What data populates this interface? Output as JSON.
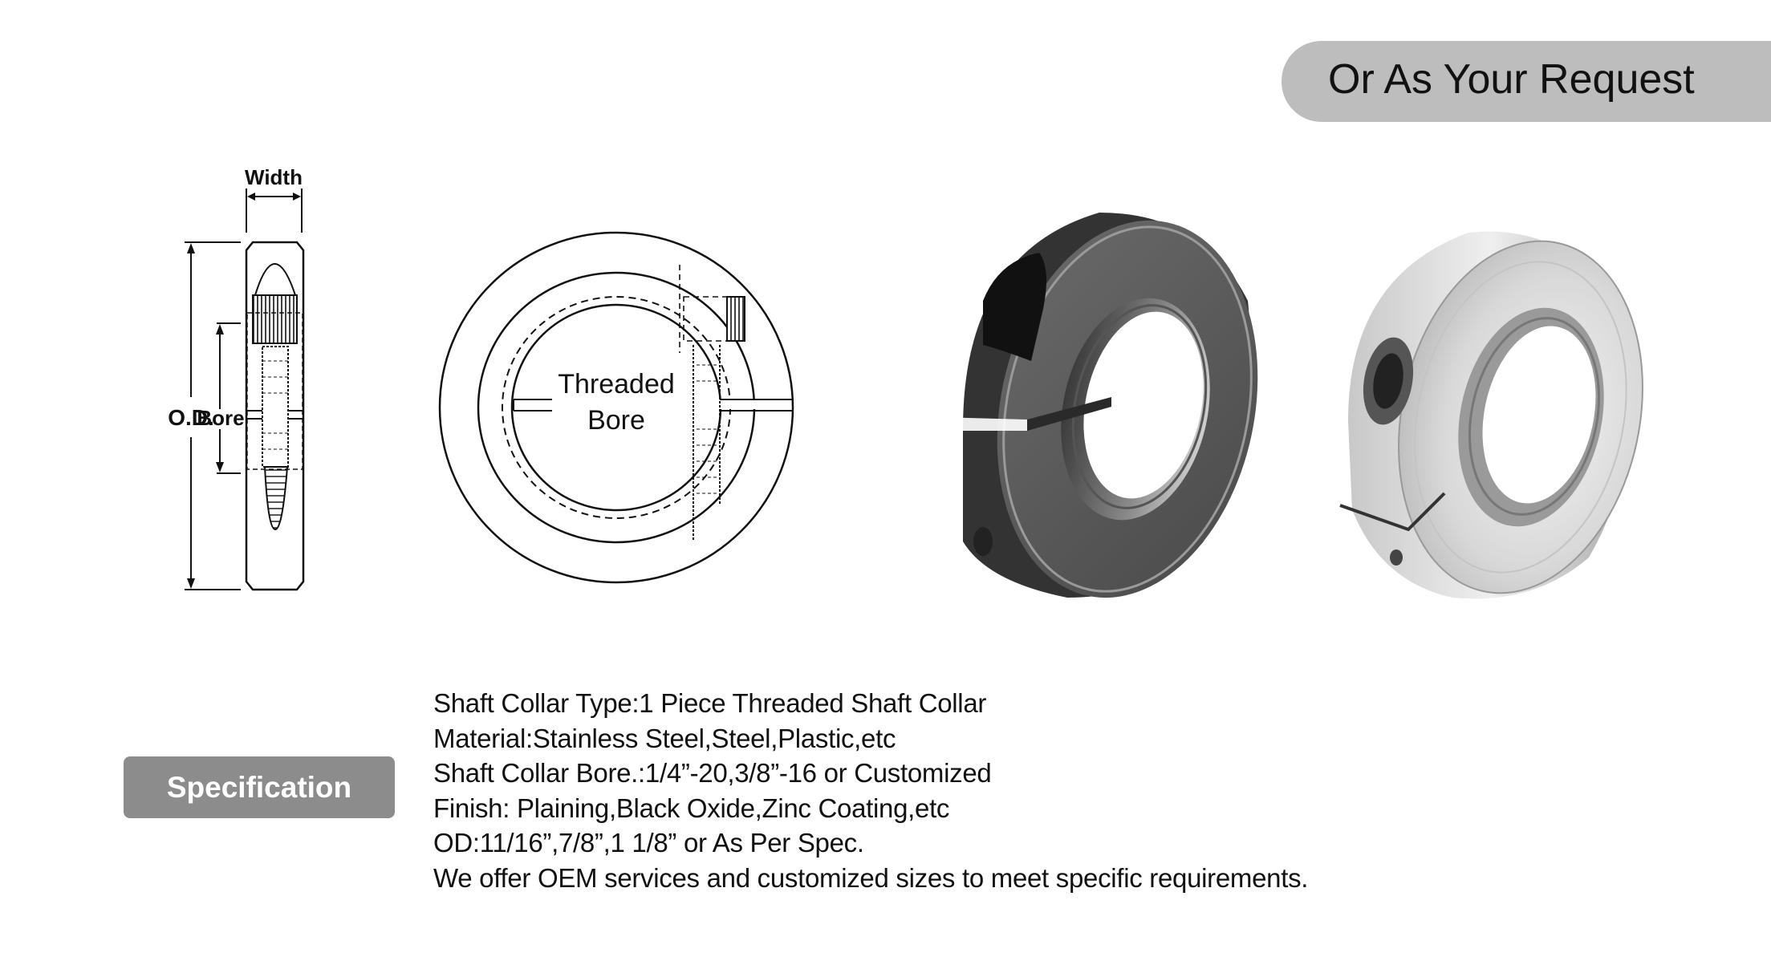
{
  "header": {
    "request_label": "Or As Your Request"
  },
  "diagram": {
    "width_label": "Width",
    "od_label": "O.D.",
    "bore_label": "Bore",
    "threaded_label_line1": "Threaded",
    "threaded_label_line2": "Bore"
  },
  "products": [
    {
      "name": "black-oxide-threaded-shaft-collar",
      "finish": "black"
    },
    {
      "name": "stainless-threaded-shaft-collar",
      "finish": "stainless"
    }
  ],
  "specification": {
    "title": "Specification",
    "lines": [
      "Shaft Collar Type:1 Piece Threaded Shaft Collar",
      "Material:Stainless Steel,Steel,Plastic,etc",
      "Shaft Collar Bore.:1/4”-20,3/8”-16 or Customized",
      "Finish: Plaining,Black Oxide,Zinc Coating,etc",
      "OD:11/16”,7/8”,1 1/8” or As Per Spec.",
      "We offer OEM services and customized sizes to meet specific requirements."
    ]
  }
}
